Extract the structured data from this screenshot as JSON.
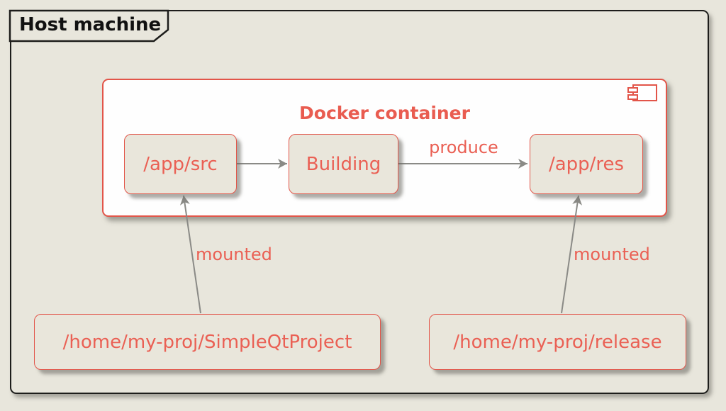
{
  "frame": {
    "title": "Host machine"
  },
  "docker_container": {
    "title": "Docker container",
    "icon": "component-icon",
    "nodes": [
      {
        "id": "app-src",
        "label": "/app/src"
      },
      {
        "id": "building",
        "label": "Building"
      },
      {
        "id": "app-res",
        "label": "/app/res"
      }
    ]
  },
  "host_nodes": [
    {
      "id": "simpleqtproject",
      "label": "/home/my-proj/SimpleQtProject"
    },
    {
      "id": "release",
      "label": "/home/my-proj/release"
    }
  ],
  "edges": [
    {
      "from": "app-src",
      "to": "building",
      "label": ""
    },
    {
      "from": "building",
      "to": "app-res",
      "label": "produce"
    },
    {
      "from": "simpleqtproject",
      "to": "app-src",
      "label": "mounted"
    },
    {
      "from": "release",
      "to": "app-res",
      "label": "mounted"
    }
  ],
  "colors": {
    "background": "#e8e6dc",
    "accent_red_border": "#e25549",
    "accent_red_text": "#ea6054",
    "node_fill": "#e9e6db",
    "container_fill": "#fefefe",
    "arrow_gray": "#8a8a86",
    "frame_black": "#1d1d1b"
  }
}
